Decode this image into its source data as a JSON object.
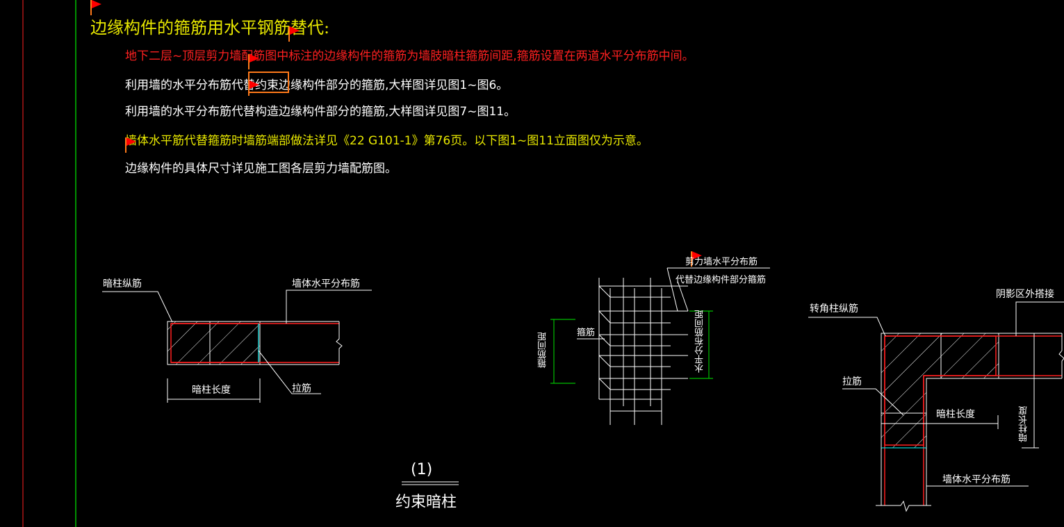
{
  "heading": "边缘构件的箍筋用水平钢筋替代:",
  "notes": [
    "地下二层~顶层剪力墙配筋图中标注的边缘构件的箍筋为墙肢暗柱箍筋间距,箍筋设置在两道水平分布筋中间。",
    "利用墙的水平分布筋代替约束边缘构件部分的箍筋,大样图详见图1~图6。",
    "利用墙的水平分布筋代替构造边缘构件部分的箍筋,大样图详见图7~图11。",
    "墙体水平筋代替箍筋时墙筋端部做法详见《22 G101-1》第76页。以下图1~图11立面图仅为示意。",
    "边缘构件的具体尺寸详见施工图各层剪力墙配筋图。"
  ],
  "figure1": {
    "label_column_rebar": "暗柱纵筋",
    "label_wall_bar": "墙体水平分布筋",
    "label_column_length": "暗柱长度",
    "label_tie": "拉筋",
    "number": "(1)",
    "title": "约束暗柱"
  },
  "figure_iso": {
    "label_wall_bar": "剪力墙水平分布筋",
    "label_replace": "代替边缘构件部分箍筋",
    "label_stirrup": "箍筋",
    "label_stirrup_spacing": "箍筋间距",
    "label_hbar_spacing": "水平分布筋间距"
  },
  "figure_corner": {
    "label_corner_rebar": "转角柱纵筋",
    "label_outside": "阴影区外搭接",
    "label_tie": "拉筋",
    "label_column_length": "暗柱长度",
    "label_column_length_v": "暗柱长度",
    "label_wall_bar": "墙体水平分布筋"
  },
  "colors": {
    "background": "#000000",
    "red_line": "#ff2020",
    "yellow": "#e8e800",
    "green": "#00c000",
    "white": "#ffffff",
    "cyan": "#00d0d0",
    "flag": "#ff0000",
    "highlight": "#ff7a1a"
  }
}
